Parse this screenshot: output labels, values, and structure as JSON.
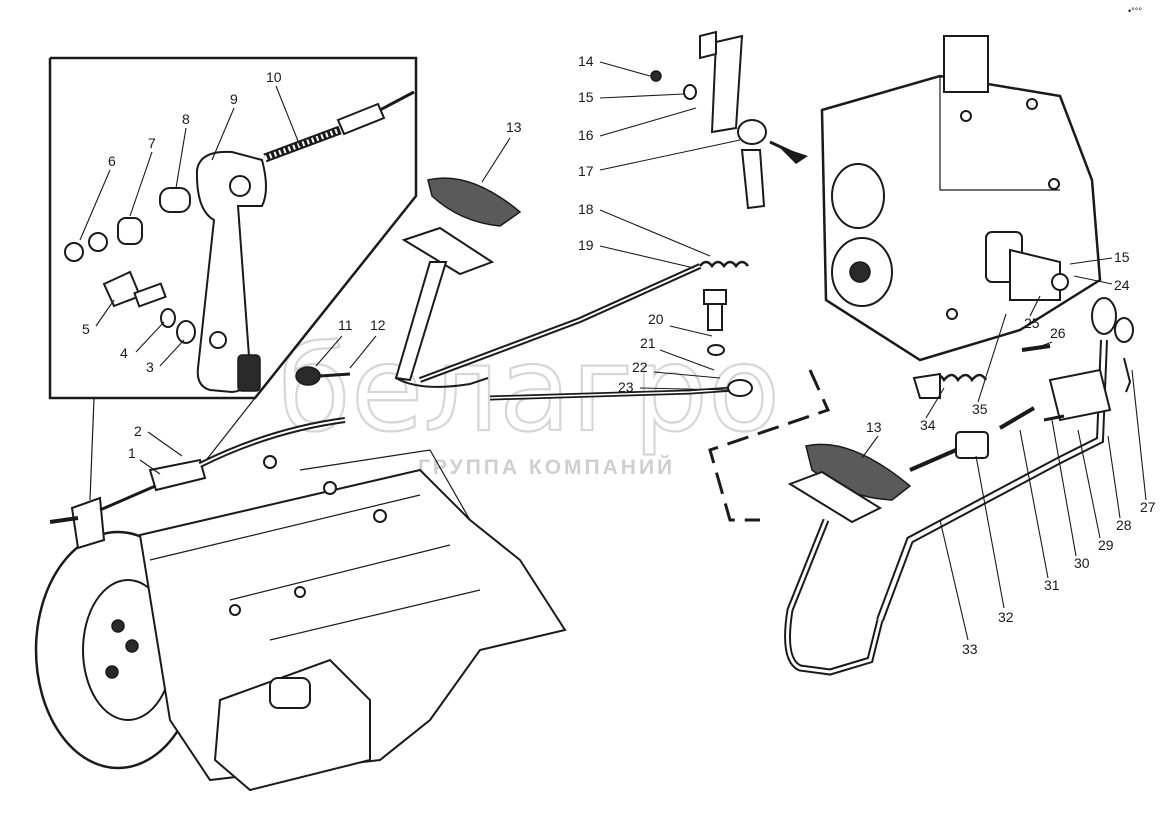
{
  "watermark": {
    "logo": "белагро",
    "subtitle": "ГРУППА КОМПАНИЙ"
  },
  "corner_mark": "•°°°",
  "callouts": [
    {
      "id": "c1",
      "text": "1"
    },
    {
      "id": "c2",
      "text": "2"
    },
    {
      "id": "c3",
      "text": "3"
    },
    {
      "id": "c4",
      "text": "4"
    },
    {
      "id": "c5",
      "text": "5"
    },
    {
      "id": "c6",
      "text": "6"
    },
    {
      "id": "c7",
      "text": "7"
    },
    {
      "id": "c8",
      "text": "8"
    },
    {
      "id": "c9",
      "text": "9"
    },
    {
      "id": "c10",
      "text": "10"
    },
    {
      "id": "c11",
      "text": "11"
    },
    {
      "id": "c12",
      "text": "12"
    },
    {
      "id": "c13a",
      "text": "13"
    },
    {
      "id": "c13b",
      "text": "13"
    },
    {
      "id": "c14",
      "text": "14"
    },
    {
      "id": "c15a",
      "text": "15"
    },
    {
      "id": "c15b",
      "text": "15"
    },
    {
      "id": "c16",
      "text": "16"
    },
    {
      "id": "c17",
      "text": "17"
    },
    {
      "id": "c18",
      "text": "18"
    },
    {
      "id": "c19",
      "text": "19"
    },
    {
      "id": "c20",
      "text": "20"
    },
    {
      "id": "c21",
      "text": "21"
    },
    {
      "id": "c22",
      "text": "22"
    },
    {
      "id": "c23",
      "text": "23"
    },
    {
      "id": "c24",
      "text": "24"
    },
    {
      "id": "c25",
      "text": "25"
    },
    {
      "id": "c26",
      "text": "26"
    },
    {
      "id": "c27",
      "text": "27"
    },
    {
      "id": "c28",
      "text": "28"
    },
    {
      "id": "c29",
      "text": "29"
    },
    {
      "id": "c30",
      "text": "30"
    },
    {
      "id": "c31",
      "text": "31"
    },
    {
      "id": "c32",
      "text": "32"
    },
    {
      "id": "c33",
      "text": "33"
    },
    {
      "id": "c34",
      "text": "34"
    },
    {
      "id": "c35",
      "text": "35"
    }
  ]
}
